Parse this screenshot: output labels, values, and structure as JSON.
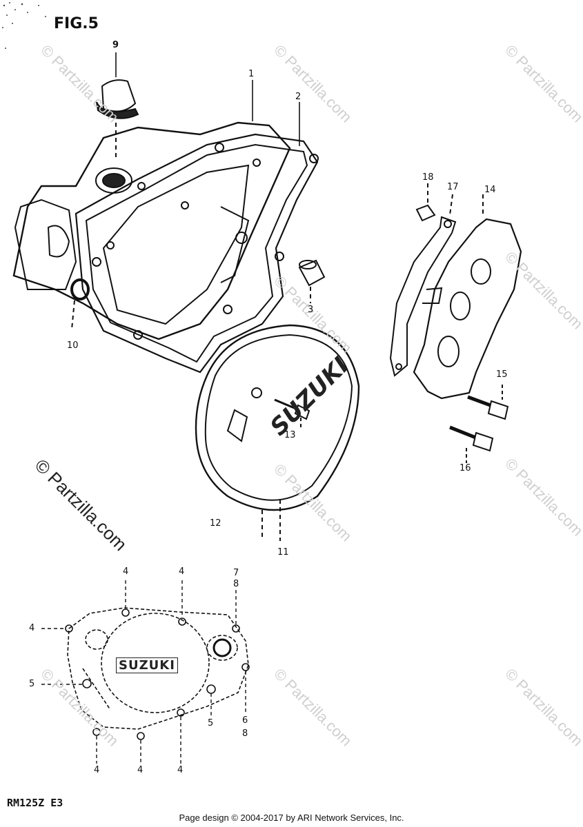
{
  "figure": {
    "title": "FIG.5",
    "model": "RM125Z  E3"
  },
  "footer": {
    "text": "Page design © 2004-2017 by ARI Network Services, Inc."
  },
  "watermark": {
    "text": "© Partzilla.com"
  },
  "brand_marks": {
    "cover_text": "SUZUKI"
  },
  "callouts": [
    {
      "id": "c1",
      "label": "1"
    },
    {
      "id": "c2",
      "label": "2"
    },
    {
      "id": "c3",
      "label": "3"
    },
    {
      "id": "c9",
      "label": "9"
    },
    {
      "id": "c10",
      "label": "10"
    },
    {
      "id": "c11",
      "label": "11"
    },
    {
      "id": "c12",
      "label": "12"
    },
    {
      "id": "c13",
      "label": "13"
    },
    {
      "id": "c14",
      "label": "14"
    },
    {
      "id": "c15",
      "label": "15"
    },
    {
      "id": "c16",
      "label": "16"
    },
    {
      "id": "c17",
      "label": "17"
    },
    {
      "id": "c18",
      "label": "18"
    },
    {
      "id": "b4a",
      "label": "4"
    },
    {
      "id": "b4b",
      "label": "4"
    },
    {
      "id": "b4c",
      "label": "4"
    },
    {
      "id": "b4d",
      "label": "4"
    },
    {
      "id": "b4e",
      "label": "4"
    },
    {
      "id": "b4f",
      "label": "4"
    },
    {
      "id": "b5a",
      "label": "5"
    },
    {
      "id": "b5b",
      "label": "5"
    },
    {
      "id": "b6a",
      "label": "6"
    },
    {
      "id": "b8a",
      "label": "8"
    },
    {
      "id": "b7b",
      "label": "7"
    },
    {
      "id": "b8b",
      "label": "8"
    }
  ],
  "colors": {
    "ink": "#111111",
    "watermark": "#cfcfcf"
  }
}
